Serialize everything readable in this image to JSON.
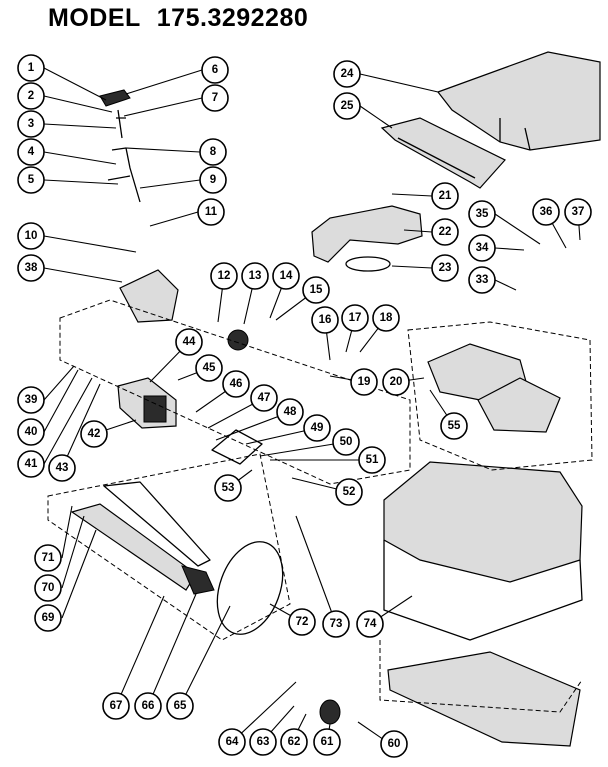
{
  "header": {
    "model_label": "MODEL",
    "model_number": "175.3292280"
  },
  "callouts": [
    "1",
    "2",
    "3",
    "4",
    "5",
    "6",
    "7",
    "8",
    "9",
    "10",
    "11",
    "12",
    "13",
    "14",
    "15",
    "16",
    "17",
    "18",
    "19",
    "20",
    "21",
    "22",
    "23",
    "24",
    "25",
    "33",
    "34",
    "35",
    "36",
    "37",
    "38",
    "39",
    "40",
    "41",
    "42",
    "43",
    "44",
    "45",
    "46",
    "47",
    "48",
    "49",
    "50",
    "51",
    "52",
    "53",
    "55",
    "60",
    "61",
    "62",
    "63",
    "64",
    "65",
    "66",
    "67",
    "69",
    "70",
    "71",
    "72",
    "73",
    "74"
  ]
}
